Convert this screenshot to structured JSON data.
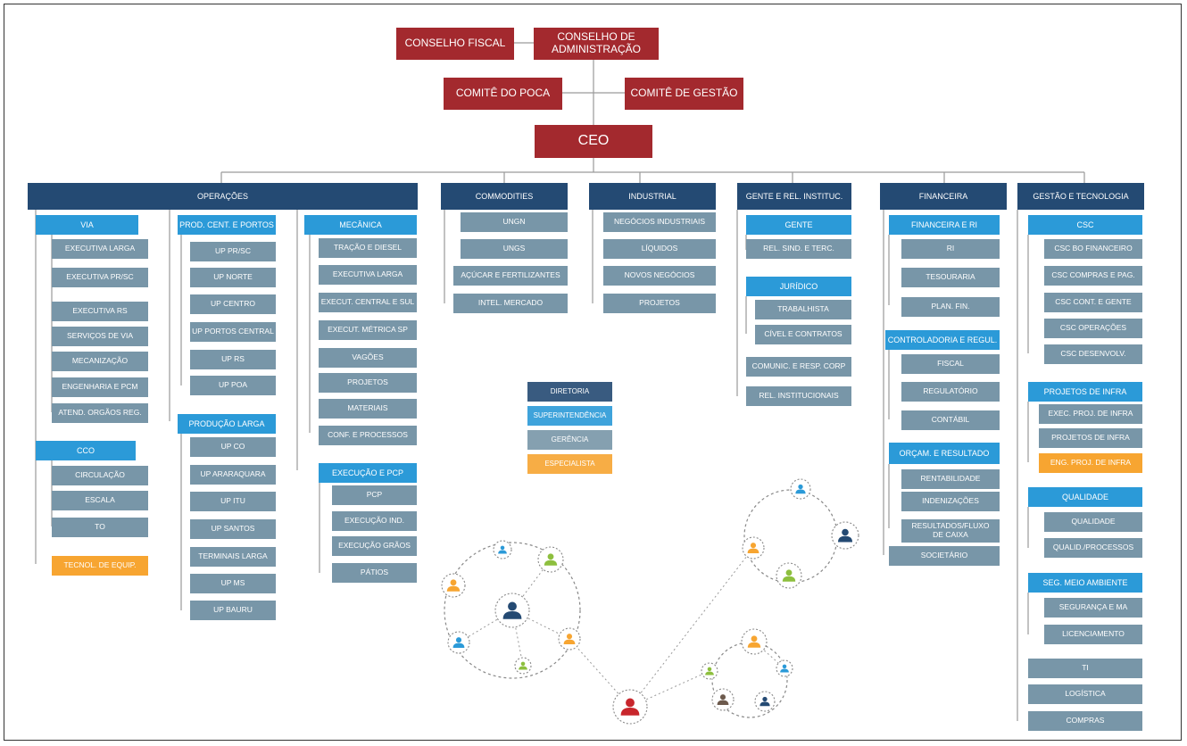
{
  "top": {
    "conselho_fiscal": "CONSELHO FISCAL",
    "conselho_admin_l1": "CONSELHO DE",
    "conselho_admin_l2": "ADMINISTRAÇÃO",
    "comite_poca": "COMITÊ DO POCA",
    "comite_gestao": "COMITÊ DE GESTÃO",
    "ceo": "CEO"
  },
  "directorates": {
    "operacoes": "OPERAÇÕES",
    "commodities": "COMMODITIES",
    "industrial": "INDUSTRIAL",
    "gente": "GENTE E REL. INSTITUC.",
    "financeira": "FINANCEIRA",
    "gestao": "GESTÃO E TECNOLOGIA"
  },
  "operacoes": {
    "via": {
      "title": "VIA",
      "items": [
        "EXECUTIVA LARGA",
        "EXECUTIVA PR/SC",
        "EXECUTIVA RS",
        "SERVIÇOS DE VIA",
        "MECANIZAÇÃO",
        "ENGENHARIA E PCM",
        "ATEND. ORGÃOS REG."
      ]
    },
    "cco": {
      "title": "CCO",
      "items": [
        "CIRCULAÇÃO",
        "ESCALA",
        "TO"
      ]
    },
    "tecnol": "TECNOL. DE EQUIP.",
    "prod_cent": {
      "title": "PROD. CENT. E PORTOS",
      "items": [
        "UP PR/SC",
        "UP NORTE",
        "UP CENTRO",
        "UP PORTOS CENTRAL",
        "UP RS",
        "UP POA"
      ]
    },
    "prod_larga": {
      "title": "PRODUÇÃO LARGA",
      "items": [
        "UP CO",
        "UP ARARAQUARA",
        "UP ITU",
        "UP SANTOS",
        "TERMINAIS LARGA",
        "UP MS",
        "UP BAURU"
      ]
    },
    "mecanica": {
      "title": "MECÂNICA",
      "items": [
        "TRAÇÃO E DIESEL",
        "EXECUTIVA LARGA",
        "EXECUT. CENTRAL E SUL",
        "EXECUT. MÉTRICA SP",
        "VAGÕES",
        "PROJETOS",
        "MATERIAIS",
        "CONF. E PROCESSOS"
      ]
    },
    "execucao": {
      "title": "EXECUÇÃO E PCP",
      "items": [
        "PCP",
        "EXECUÇÃO IND.",
        "EXECUÇÃO GRÃOS",
        "PÁTIOS"
      ]
    }
  },
  "commodities": {
    "items": [
      "UNGN",
      "UNGS",
      "AÇÚCAR E FERTILIZANTES",
      "INTEL. MERCADO"
    ]
  },
  "industrial": {
    "items": [
      "NEGÓCIOS INDUSTRIAIS",
      "LÍQUIDOS",
      "NOVOS NEGÓCIOS",
      "PROJETOS"
    ]
  },
  "gente": {
    "gente": {
      "title": "GENTE",
      "items": [
        "REL. SIND. E TERC."
      ]
    },
    "juridico": {
      "title": "JURÍDICO",
      "items": [
        "TRABALHISTA",
        "CÍVEL E CONTRATOS"
      ]
    },
    "items": [
      "COMUNIC. E RESP. CORP",
      "REL. INSTITUCIONAIS"
    ]
  },
  "financeira": {
    "fin_ri": {
      "title": "FINANCEIRA E RI",
      "items": [
        "RI",
        "TESOURARIA",
        "PLAN. FIN."
      ]
    },
    "controladoria": {
      "title": "CONTROLADORIA E REGUL.",
      "items": [
        "FISCAL",
        "REGULATÓRIO",
        "CONTÁBIL"
      ]
    },
    "orcam": {
      "title": "ORÇAM. E RESULTADO",
      "items": [
        "RENTABILIDADE",
        "INDENIZAÇÕES"
      ],
      "resultados_l1": "RESULTADOS/FLUXO",
      "resultados_l2": "DE CAIXA"
    },
    "societario": "SOCIETÁRIO"
  },
  "gestao": {
    "csc": {
      "title": "CSC",
      "items": [
        "CSC BO FINANCEIRO",
        "CSC COMPRAS E PAG.",
        "CSC CONT. E GENTE",
        "CSC OPERAÇÕES",
        "CSC DESENVOLV."
      ]
    },
    "proj_infra": {
      "title": "PROJETOS DE INFRA",
      "items": [
        "EXEC. PROJ. DE INFRA",
        "PROJETOS DE INFRA"
      ],
      "eng": "ENG. PROJ. DE INFRA"
    },
    "qualidade": {
      "title": "QUALIDADE",
      "items": [
        "QUALIDADE",
        "QUALID./PROCESSOS"
      ]
    },
    "seg": {
      "title": "SEG. MEIO AMBIENTE",
      "items": [
        "SEGURANÇA E  MA",
        "LICENCIAMENTO"
      ]
    },
    "items": [
      "TI",
      "LOGÍSTICA",
      "COMPRAS"
    ]
  },
  "legend": {
    "diretoria": "DIRETORIA",
    "superintendencia": "SUPERINTENDÊNCIA",
    "gerencia": "GERÊNCIA",
    "especialista": "ESPECIALISTA"
  },
  "colors": {
    "board": "#a3292e",
    "diretoria": "#244a73",
    "superintendencia": "#2b9ad8",
    "gerencia": "#7896a8",
    "especialista": "#f7a531"
  }
}
